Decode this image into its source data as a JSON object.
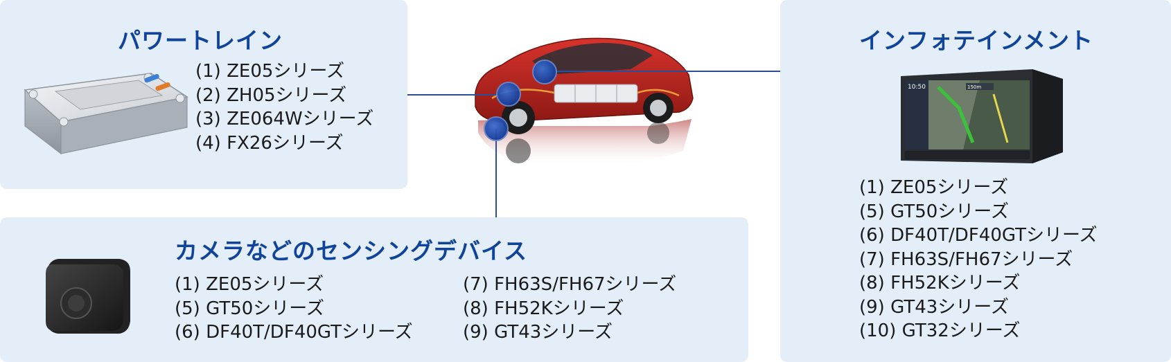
{
  "powertrain": {
    "title": "パワートレイン",
    "items": [
      "(1) ZE05シリーズ",
      "(2) ZH05シリーズ",
      "(3) ZE064Wシリーズ",
      "(4) FX26シリーズ"
    ]
  },
  "infotainment": {
    "title": "インフォテインメント",
    "screen_time": "10:50",
    "screen_distance": "150m",
    "items": [
      "(1) ZE05シリーズ",
      "(5) GT50シリーズ",
      "(6) DF40T/DF40GTシリーズ",
      "(7) FH63S/FH67シリーズ",
      "(8) FH52Kシリーズ",
      "(9) GT43シリーズ",
      "(10) GT32シリーズ"
    ]
  },
  "sensing": {
    "title": "カメラなどのセンシングデバイス",
    "items_left": [
      "(1) ZE05シリーズ",
      "(5) GT50シリーズ",
      "(6) DF40T/DF40GTシリーズ"
    ],
    "items_right": [
      "(7) FH63S/FH67シリーズ",
      "(8) FH52Kシリーズ",
      "(9) GT43シリーズ"
    ]
  },
  "colors": {
    "panel_bg": "#e3eef8",
    "title_blue": "#10449a",
    "connector": "#2a4f9a",
    "car_red": "#b8241f"
  },
  "icons": [
    "ecu-module-icon",
    "car-illustration",
    "navigation-unit-icon",
    "camera-module-icon"
  ]
}
